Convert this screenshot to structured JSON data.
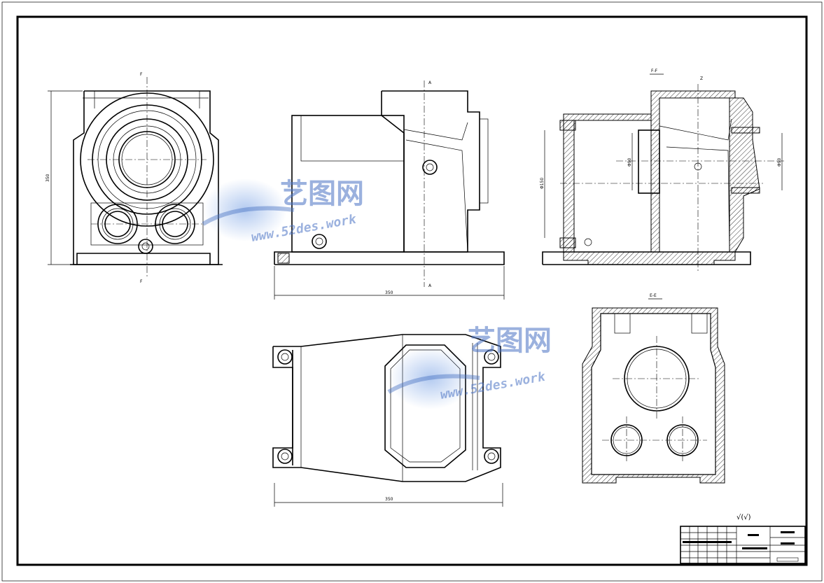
{
  "watermark": {
    "name_cn": "艺图网",
    "url": "www.52des.work"
  },
  "section_labels": {
    "top_right": "F-F",
    "lower_right": "E-E"
  },
  "dimensions": {
    "front_height": "350",
    "side_width": "350",
    "plan_width": "350",
    "section_bore_large": "Φ150",
    "section_bore_small": "Φ90",
    "section_bore_right": "Φ90"
  },
  "roughness_note": "√(√)",
  "title_block": {
    "rows": 6
  }
}
